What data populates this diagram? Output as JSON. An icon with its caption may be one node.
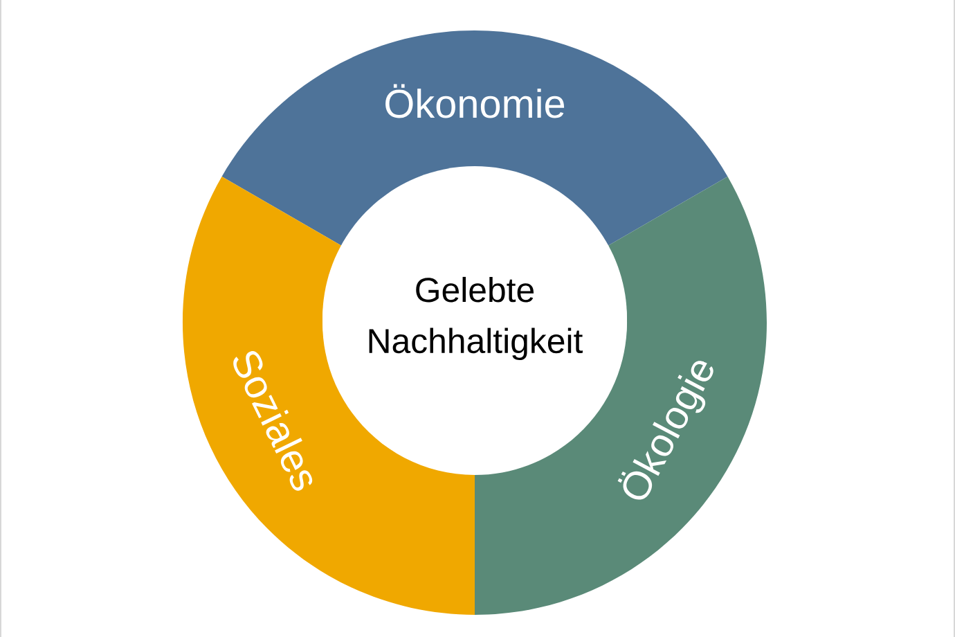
{
  "diagram": {
    "nodes": [
      {
        "text": [
          "Gelebte Nachhaltigkeit"
        ]
      },
      {
        "text": [
          "Ökonomie"
        ]
      },
      {
        "text": [
          "Ökologie"
        ]
      },
      {
        "text": [
          "Soziales"
        ]
      }
    ]
  }
}
